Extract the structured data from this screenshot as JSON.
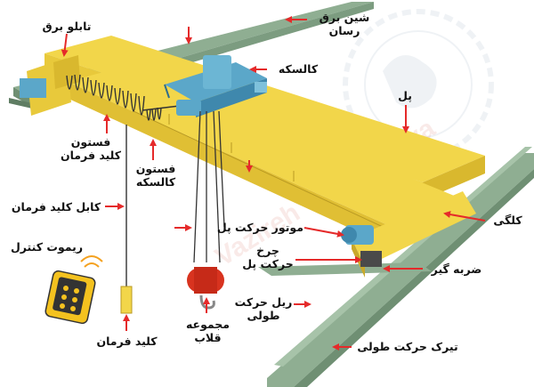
{
  "labels": {
    "power_rail": "شین برق\nرسان",
    "control_panel": "تابلو برق",
    "trolley": "کالسکه",
    "bridge": "پل",
    "festoon_pendant": "فستون\nکلید فرمان",
    "festoon_trolley": "فستون\nکالسکه",
    "pendant_cable": "کابل کلید فرمان",
    "end_carriage": "کلگی",
    "bridge_motor": "موتور حرکت پل",
    "bridge_wheel": "چرخ\nحرکت پل",
    "remote_control": "ریموت کنترل",
    "buffer": "ضربه گیر",
    "hook_block": "مجموعه\nقلاب",
    "runway_rail": "ریل حرکت\nطولی",
    "pendant_switch": "کلید فرمان",
    "runway_beam": "تیرک حرکت طولی"
  },
  "watermark": "Vazireh Gostar Arya",
  "colors": {
    "crane_yellow": "#f2d64a",
    "crane_shadow": "#d9b82e",
    "trolley_blue": "#5ba7c9",
    "rail_green": "#8fae92",
    "arrow_red": "#e52a2a",
    "hook_red": "#d8331f",
    "remote_yellow": "#f4c21f"
  }
}
